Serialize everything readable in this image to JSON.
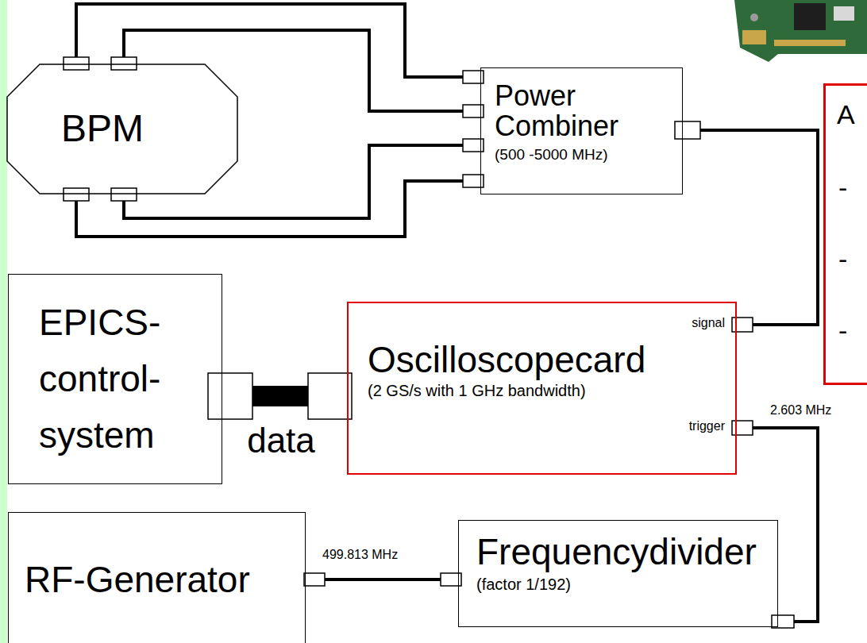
{
  "diagram": {
    "nodes": [
      {
        "text": [
          "BPM"
        ]
      },
      {
        "text": [
          "Power Combiner",
          "(500 -5000 MHz)"
        ]
      },
      {
        "text": [
          "EPICS- control- system"
        ]
      },
      {
        "text": [
          "Oscilloscopecard",
          "(2 GS/s with 1 GHz bandwidth)"
        ]
      },
      {
        "text": [
          "RF-Generator"
        ]
      },
      {
        "text": [
          "Frequencydivider",
          "(factor 1/192)"
        ]
      },
      {
        "text": [
          "A",
          "-",
          "-",
          "-"
        ]
      }
    ],
    "edges": [
      {
        "from": 0,
        "to": 1,
        "arrow": "none"
      },
      {
        "from": 0,
        "to": 1,
        "arrow": "none"
      },
      {
        "from": 0,
        "to": 1,
        "arrow": "none"
      },
      {
        "from": 0,
        "to": 1,
        "arrow": "none"
      },
      {
        "from": 1,
        "to": 3,
        "arrow": "none"
      },
      {
        "from": 2,
        "to": 3,
        "label": "data",
        "arrow": "none"
      },
      {
        "from": 4,
        "to": 5,
        "label": "499.813 MHz",
        "arrow": "none"
      },
      {
        "from": 5,
        "to": 3,
        "label": "2.603 MHz",
        "arrow": "none"
      }
    ],
    "labels": [
      "signal",
      "trigger"
    ]
  }
}
